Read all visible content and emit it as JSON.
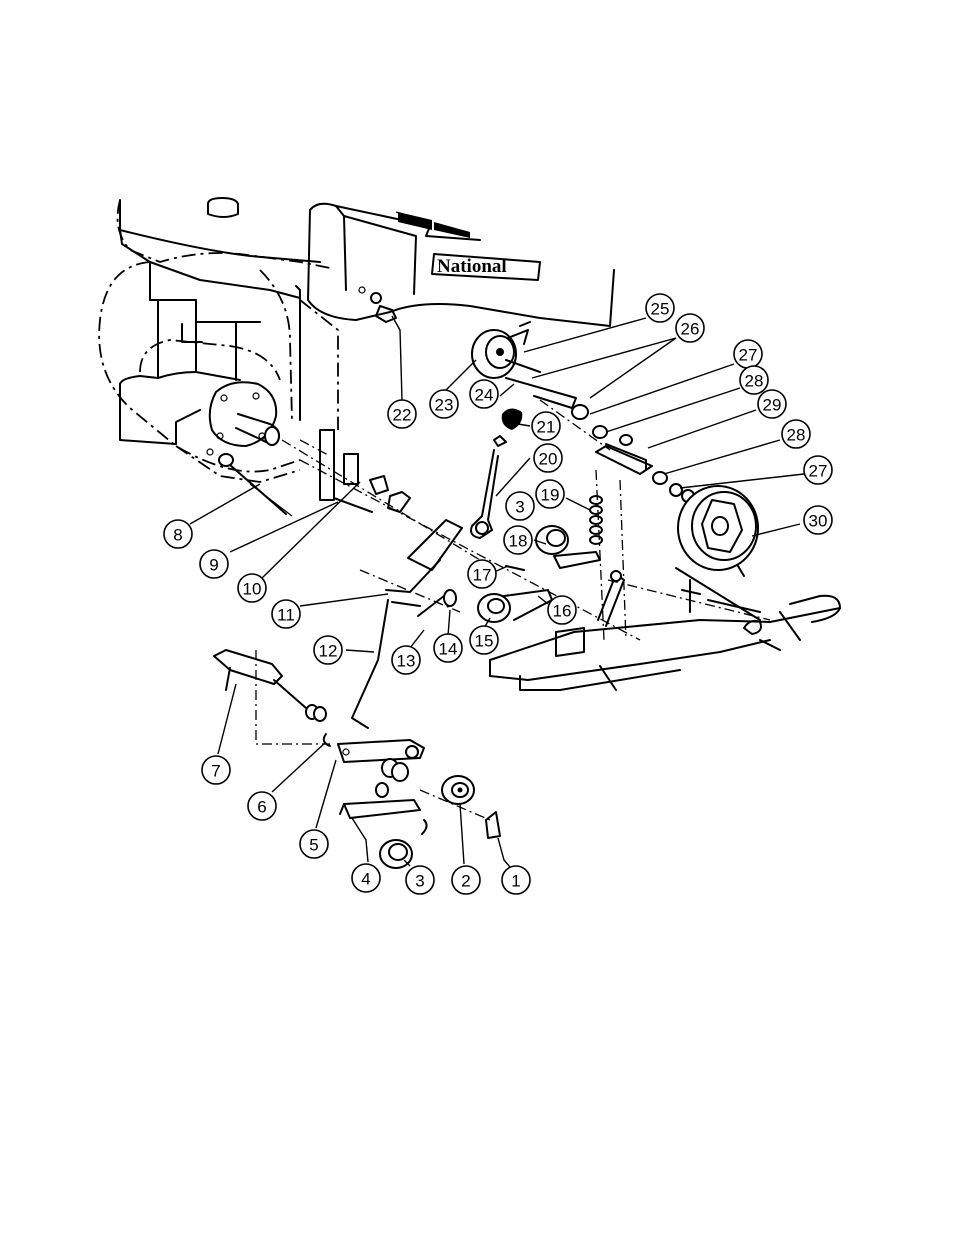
{
  "brand": {
    "label": "National"
  },
  "callouts": [
    {
      "id": "c1",
      "label": "1"
    },
    {
      "id": "c2",
      "label": "2"
    },
    {
      "id": "c3a",
      "label": "3"
    },
    {
      "id": "c3b",
      "label": "3"
    },
    {
      "id": "c4",
      "label": "4"
    },
    {
      "id": "c5",
      "label": "5"
    },
    {
      "id": "c6",
      "label": "6"
    },
    {
      "id": "c7",
      "label": "7"
    },
    {
      "id": "c8",
      "label": "8"
    },
    {
      "id": "c9",
      "label": "9"
    },
    {
      "id": "c10",
      "label": "10"
    },
    {
      "id": "c11",
      "label": "11"
    },
    {
      "id": "c12",
      "label": "12"
    },
    {
      "id": "c13",
      "label": "13"
    },
    {
      "id": "c14",
      "label": "14"
    },
    {
      "id": "c15",
      "label": "15"
    },
    {
      "id": "c16",
      "label": "16"
    },
    {
      "id": "c17",
      "label": "17"
    },
    {
      "id": "c18",
      "label": "18"
    },
    {
      "id": "c19",
      "label": "19"
    },
    {
      "id": "c20",
      "label": "20"
    },
    {
      "id": "c21",
      "label": "21"
    },
    {
      "id": "c22",
      "label": "22"
    },
    {
      "id": "c23",
      "label": "23"
    },
    {
      "id": "c24",
      "label": "24"
    },
    {
      "id": "c25",
      "label": "25"
    },
    {
      "id": "c26",
      "label": "26"
    },
    {
      "id": "c27a",
      "label": "27"
    },
    {
      "id": "c27b",
      "label": "27"
    },
    {
      "id": "c28a",
      "label": "28"
    },
    {
      "id": "c28b",
      "label": "28"
    },
    {
      "id": "c29",
      "label": "29"
    },
    {
      "id": "c30",
      "label": "30"
    }
  ]
}
